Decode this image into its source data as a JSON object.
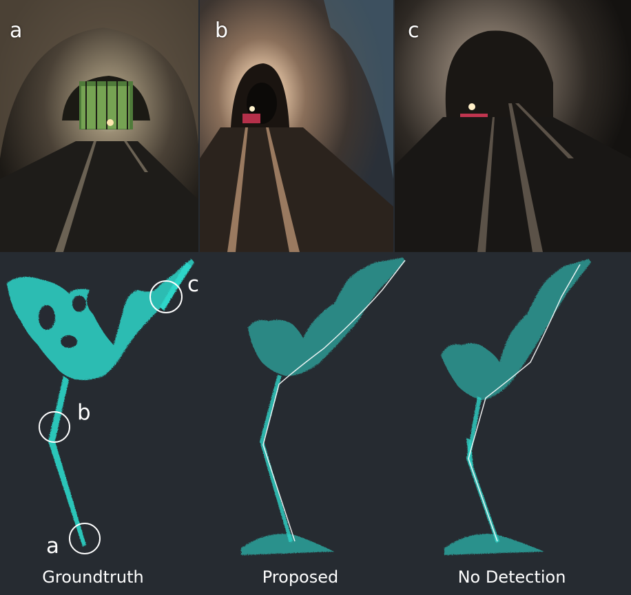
{
  "photos": [
    {
      "label": "a"
    },
    {
      "label": "b"
    },
    {
      "label": "c"
    }
  ],
  "map_markers": [
    "a",
    "b",
    "c"
  ],
  "captions": [
    "Groundtruth",
    "Proposed",
    "No Detection"
  ],
  "colors": {
    "background": "#262b31",
    "point_cloud": "#2ed6c9",
    "trajectory": "#ffffff"
  }
}
